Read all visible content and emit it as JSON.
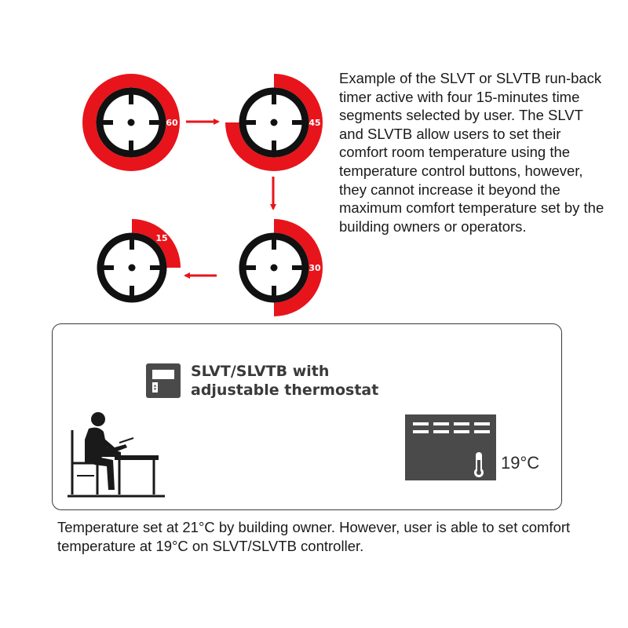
{
  "timers": [
    {
      "label": "60",
      "remaining": 4
    },
    {
      "label": "45",
      "remaining": 3
    },
    {
      "label": "30",
      "remaining": 2
    },
    {
      "label": "15",
      "remaining": 1
    }
  ],
  "description": "Example of the SLVT or SLVTB run-back timer active with four 15-minutes time segments selected by user. The SLVT and SLVTB allow users to set their comfort room temperature using the temperature control buttons, however, they cannot increase it beyond the maximum comfort temperature set by the building owners or operators.",
  "device": {
    "title_line1": "SLVT/SLVTB with",
    "title_line2": "adjustable thermostat"
  },
  "room_temperature": "19°C",
  "caption": "Temperature set at 21°C by building owner. However, user is able to set comfort temperature at 19°C on SLVT/SLVTB controller.",
  "colors": {
    "accent": "#e8141b",
    "ink": "#111111",
    "icon_gray": "#4a4a4a"
  },
  "icons": [
    "timer-dial-icon",
    "arrow-icon",
    "thermostat-icon",
    "person-at-desk-icon",
    "heater-icon",
    "thermometer-icon"
  ]
}
